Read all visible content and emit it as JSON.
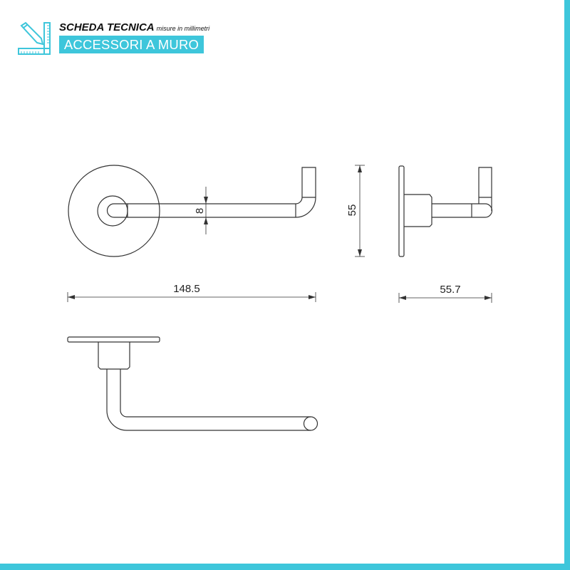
{
  "header": {
    "title": "SCHEDA TECNICA",
    "subtitle": "misure in millimetri",
    "category": "ACCESSORI A MURO",
    "icon": "pencil-ruler-icon"
  },
  "colors": {
    "accent": "#3ec6db",
    "line": "#333333"
  },
  "dimensions": {
    "bar_diameter": "8",
    "total_length": "148.5",
    "height": "55",
    "depth": "55.7"
  }
}
